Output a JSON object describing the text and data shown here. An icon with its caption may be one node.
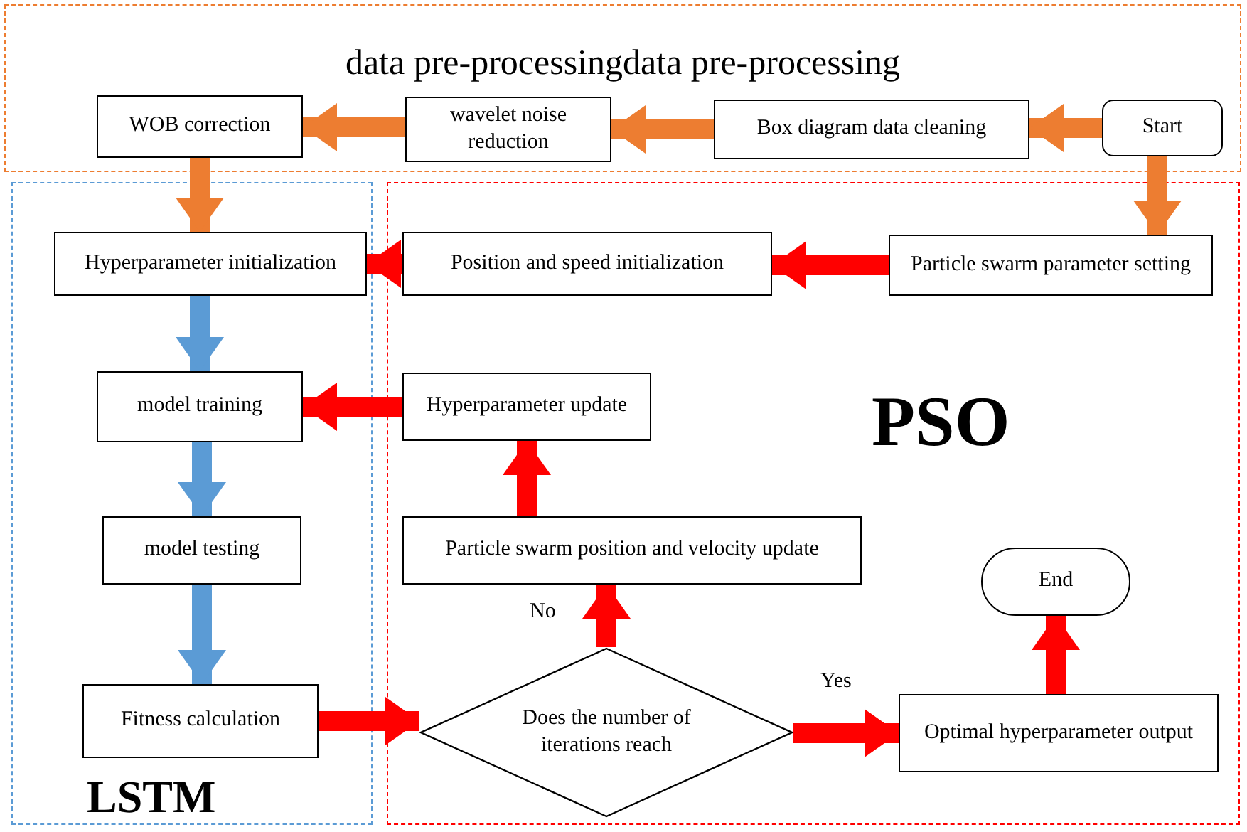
{
  "diagram": {
    "nodes": [
      {
        "text": [
          "data pre-processingdata pre-processing"
        ]
      },
      {
        "text": [
          "WOB correction"
        ],
        "in": 0
      },
      {
        "text": [
          "wavelet noise reduction"
        ],
        "in": 0
      },
      {
        "text": [
          "Box diagram data cleaning"
        ],
        "in": 0
      },
      {
        "text": [
          "Start"
        ],
        "in": 0
      },
      {
        "text": [
          "LSTM"
        ]
      },
      {
        "text": [
          "Hyperparameter initialization"
        ],
        "in": 5
      },
      {
        "text": [
          "model training"
        ],
        "in": 5
      },
      {
        "text": [
          "model testing"
        ],
        "in": 5
      },
      {
        "text": [
          "Fitness calculation"
        ],
        "in": 5
      },
      {
        "text": [
          "PSO"
        ]
      },
      {
        "text": [
          "Position and speed initialization"
        ],
        "in": 10
      },
      {
        "text": [
          "Particle swarm parameter setting"
        ],
        "in": 10
      },
      {
        "text": [
          "Hyperparameter update"
        ],
        "in": 10
      },
      {
        "text": [
          "Particle swarm position and velocity update"
        ],
        "in": 10
      },
      {
        "text": [
          "Does the number of iterations reach"
        ],
        "in": 10
      },
      {
        "text": [
          "Optimal hyperparameter output"
        ],
        "in": 10
      },
      {
        "text": [
          "End"
        ],
        "in": 10
      }
    ],
    "edges": [
      {
        "from": 4,
        "to": 3,
        "arrow": "to",
        "color": "#ed7d31"
      },
      {
        "from": 3,
        "to": 2,
        "arrow": "to",
        "color": "#ed7d31"
      },
      {
        "from": 2,
        "to": 1,
        "arrow": "to",
        "color": "#ed7d31"
      },
      {
        "from": 1,
        "to": 6,
        "arrow": "to",
        "color": "#ed7d31"
      },
      {
        "from": 4,
        "to": 12,
        "arrow": "to",
        "color": "#ed7d31"
      },
      {
        "from": 12,
        "to": 11,
        "arrow": "to"
      },
      {
        "from": 11,
        "to": 6,
        "arrow": "to"
      },
      {
        "from": 6,
        "to": 7,
        "arrow": "to",
        "color": "#5b9bd5"
      },
      {
        "from": 7,
        "to": 8,
        "arrow": "to",
        "color": "#5b9bd5"
      },
      {
        "from": 8,
        "to": 9,
        "arrow": "to",
        "color": "#5b9bd5"
      },
      {
        "from": 9,
        "to": 15,
        "arrow": "to"
      },
      {
        "from": 15,
        "to": 14,
        "arrow": "to",
        "label": "No"
      },
      {
        "from": 14,
        "to": 13,
        "arrow": "to"
      },
      {
        "from": 13,
        "to": 7,
        "arrow": "to"
      },
      {
        "from": 15,
        "to": 16,
        "arrow": "to",
        "label": "Yes"
      },
      {
        "from": 16,
        "to": 17,
        "arrow": "to"
      }
    ]
  }
}
